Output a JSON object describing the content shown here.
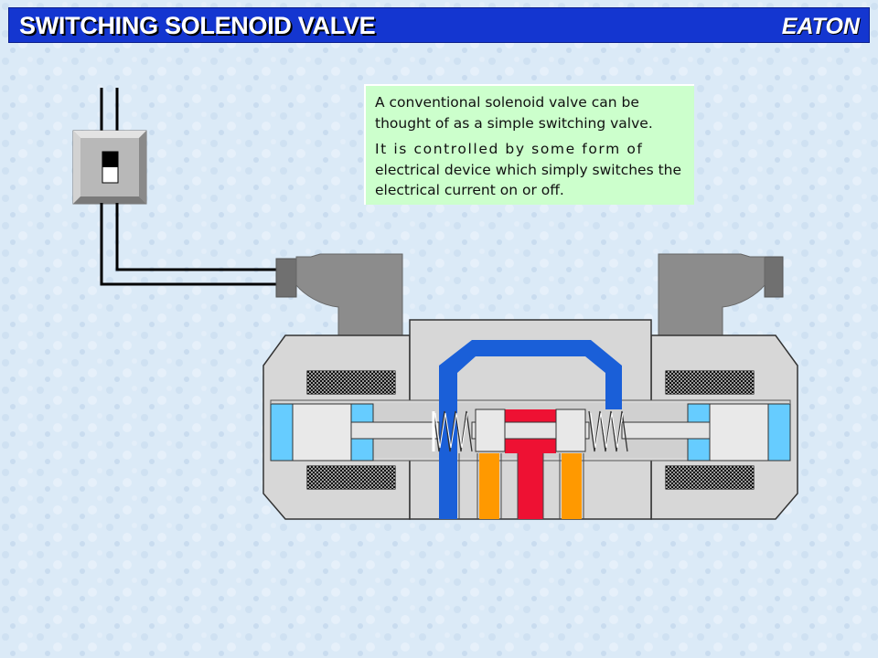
{
  "header": {
    "title": "SWITCHING SOLENOID VALVE",
    "logo_text": "EATON"
  },
  "note": {
    "paragraph_1": "A conventional solenoid valve can be thought of as a simple switching valve.",
    "paragraph_2_line_1": "It is controlled by some form of",
    "paragraph_2_rest": "electrical device which simply switches the electrical current on or off."
  },
  "colors": {
    "title_bar": "#1436d0",
    "note_background": "#ccffcc",
    "background": "#d9e9f6",
    "valve_body": "#d7d7d7",
    "solenoid_housing": "#8c8c8c",
    "pressure_red": "#ee1133",
    "tank_blue": "#1a5fd8",
    "port_orange": "#ff9900",
    "armature_light_blue": "#66ccff"
  },
  "icons": {
    "switch": "toggle-switch-icon",
    "logo": "eaton-logo"
  }
}
